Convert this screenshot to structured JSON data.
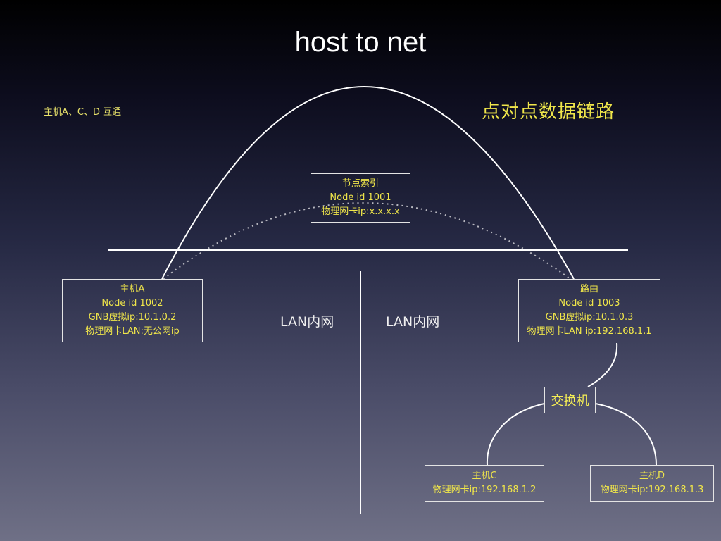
{
  "title": "host to net",
  "note": "主机A、C、D 互通",
  "link_label": "点对点数据链路",
  "node_index": {
    "lines": [
      "节点索引",
      "Node id 1001",
      "物理网卡ip:x.x.x.x"
    ]
  },
  "host_a": {
    "lines": [
      "主机A",
      "Node id 1002",
      "GNB虚拟ip:10.1.0.2",
      "物理网卡LAN:无公网ip"
    ]
  },
  "router": {
    "lines": [
      "路由",
      "Node id 1003",
      "GNB虚拟ip:10.1.0.3",
      "物理网卡LAN ip:192.168.1.1"
    ]
  },
  "switch": {
    "label": "交换机"
  },
  "host_c": {
    "lines": [
      "主机C",
      "物理网卡ip:192.168.1.2"
    ]
  },
  "host_d": {
    "lines": [
      "主机D",
      "物理网卡ip:192.168.1.3"
    ]
  },
  "lan_left": "LAN内网",
  "lan_right": "LAN内网",
  "colors": {
    "text_primary": "#ffffff",
    "text_accent": "#f0e64a",
    "line": "#ffffff",
    "dotted_line": "#b8b8c0"
  }
}
